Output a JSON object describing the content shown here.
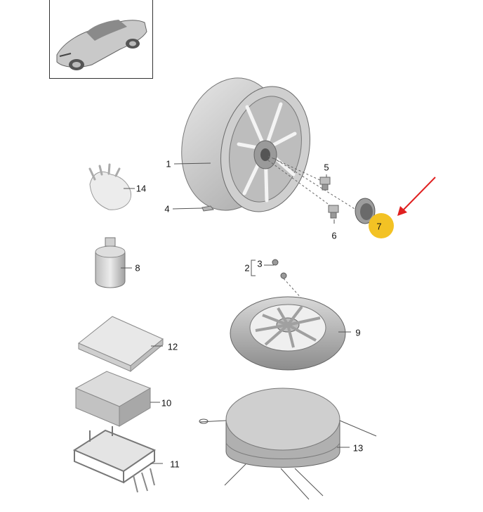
{
  "colors": {
    "highlight": "#f3c224",
    "arrow": "#e02020",
    "part_fill": "#d4d4d4",
    "part_dark": "#8e8e8e",
    "line": "#555555"
  },
  "thumbnail": {
    "icon": "car-thumbnail-icon"
  },
  "callouts": {
    "c1": "1",
    "c2": "2",
    "c3": "3",
    "c4": "4",
    "c5": "5",
    "c6": "6",
    "c7": "7",
    "c8": "8",
    "c9": "9",
    "c10": "10",
    "c11": "11",
    "c12": "12",
    "c13": "13",
    "c14": "14"
  },
  "highlighted_part": "7"
}
